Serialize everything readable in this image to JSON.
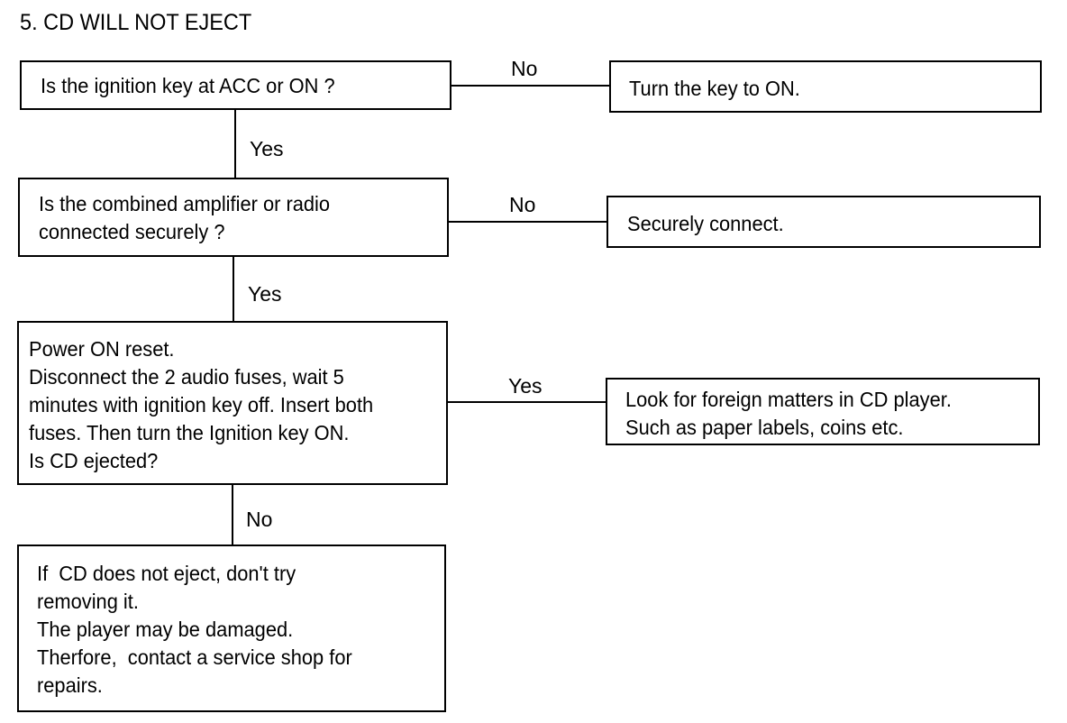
{
  "title": "5.  CD WILL NOT EJECT",
  "nodes": {
    "q1": {
      "text": "Is the ignition key at ACC or ON ?"
    },
    "a1": {
      "text": "Turn the key to ON."
    },
    "q2": {
      "text": "Is the combined amplifier or radio\nconnected securely ?"
    },
    "a2": {
      "text": "Securely connect."
    },
    "q3": {
      "text": "Power ON reset.\nDisconnect the 2 audio fuses, wait 5\nminutes with ignition key off. Insert both\nfuses. Then turn the Ignition key ON.\nIs CD ejected?"
    },
    "a3": {
      "text": "Look for foreign matters in CD player.\nSuch as paper labels, coins etc."
    },
    "end": {
      "text": "If  CD does not eject, don't try\nremoving it.\nThe player may be damaged.\nTherfore,  contact a service shop for\nrepairs."
    }
  },
  "edges": {
    "q1_a1": "No",
    "q1_q2": "Yes",
    "q2_a2": "No",
    "q2_q3": "Yes",
    "q3_a3": "Yes",
    "q3_end": "No"
  }
}
